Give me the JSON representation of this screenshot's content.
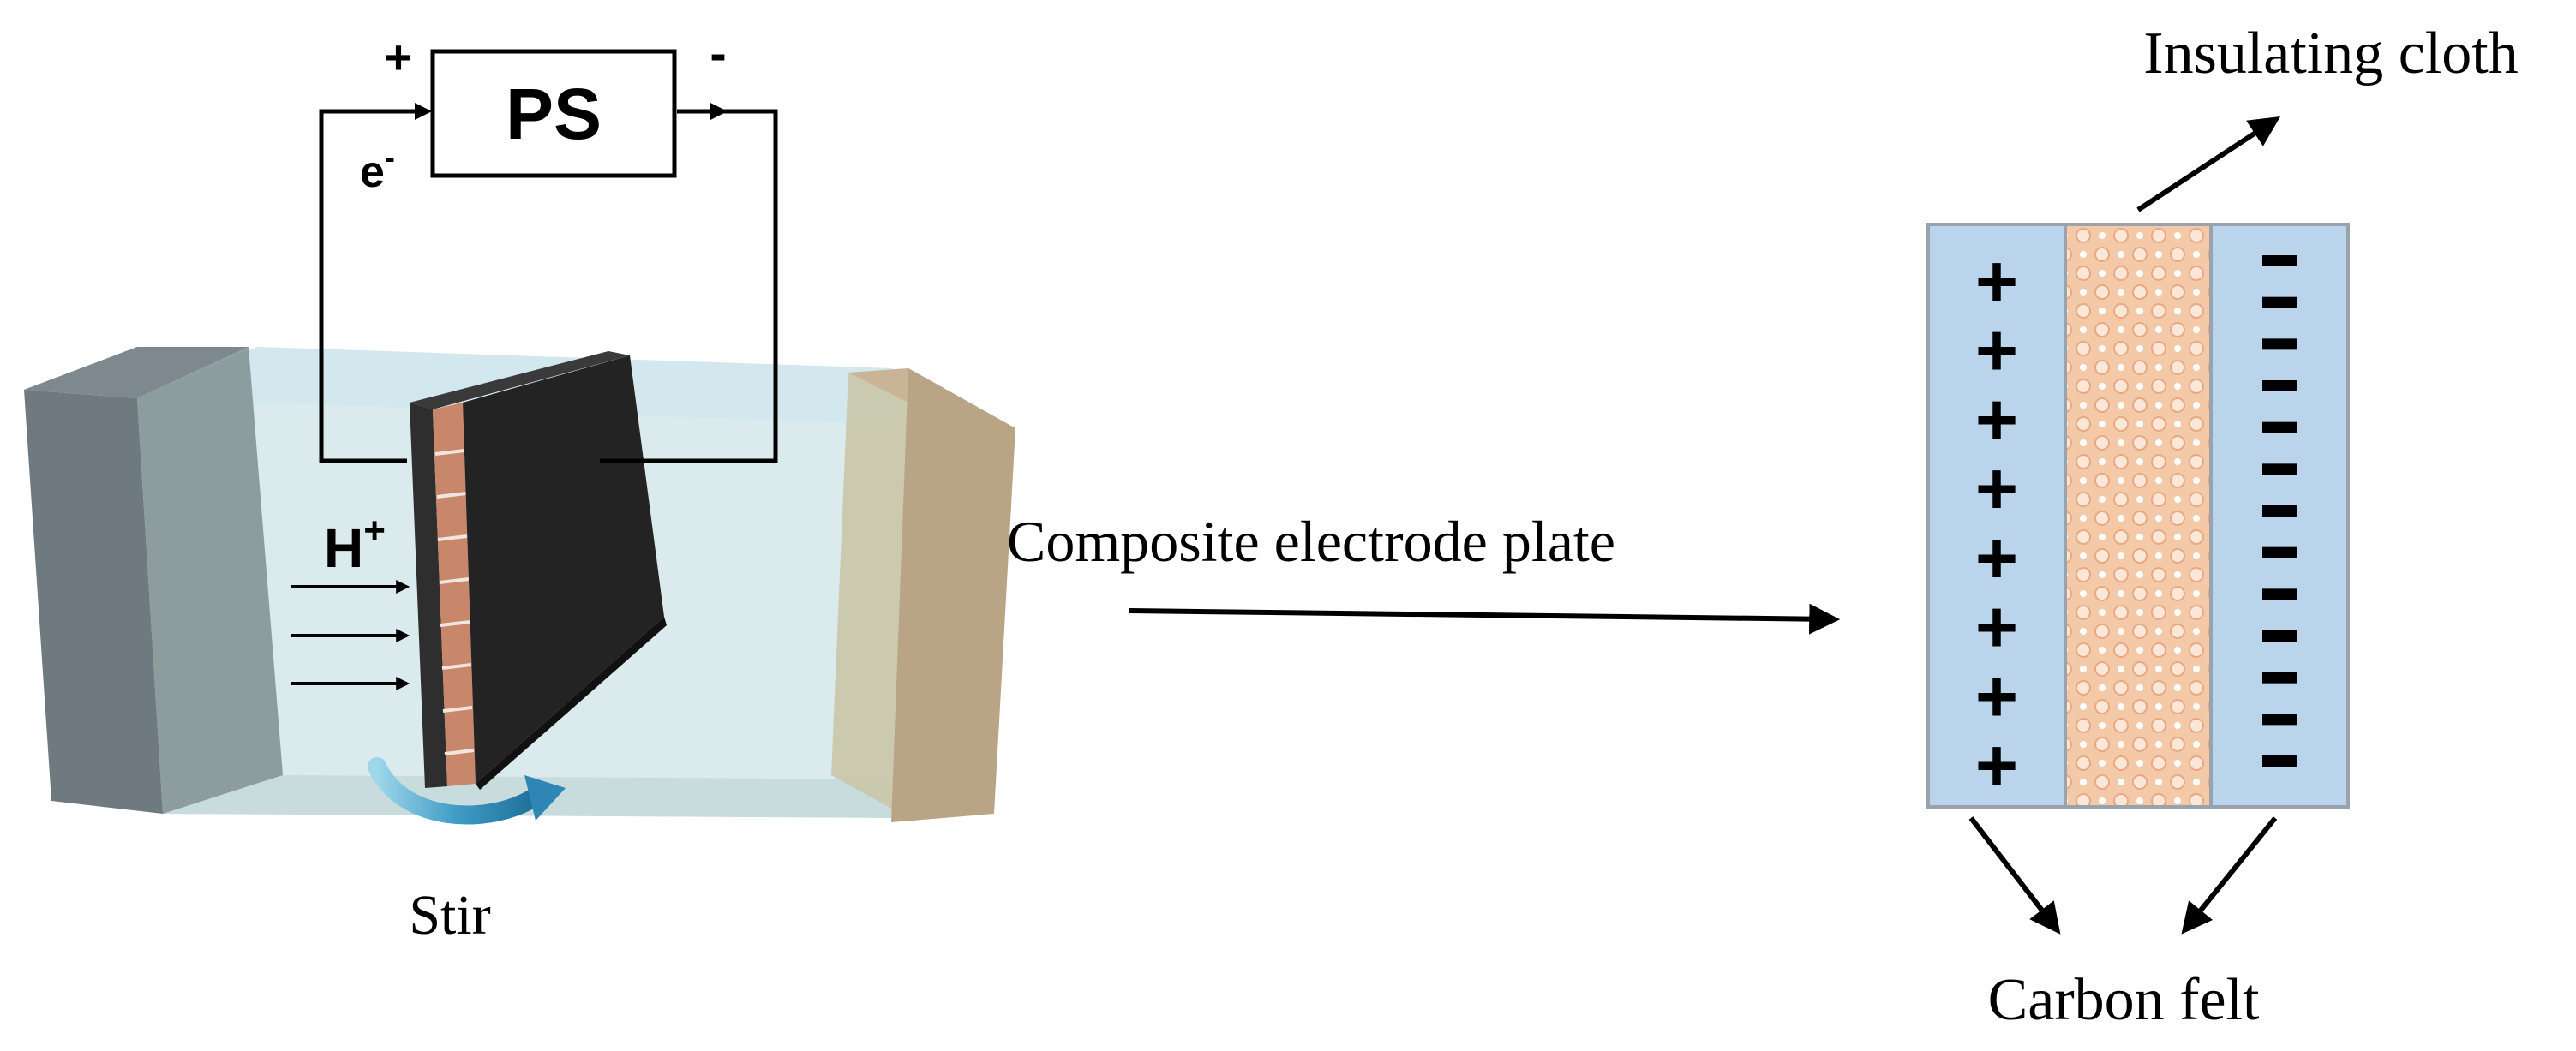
{
  "power_supply": {
    "label": "PS",
    "positive_sign": "+",
    "negative_sign": "-",
    "electron_label": "e",
    "electron_superscript": "-"
  },
  "cell": {
    "proton_label": "H",
    "proton_superscript": "+",
    "stir_label": "Stir"
  },
  "center_label": "Composite electrode plate",
  "detail": {
    "insulating_label": "Insulating cloth",
    "carbon_label": "Carbon felt",
    "positive_signs": [
      "+",
      "+",
      "+",
      "+",
      "+",
      "+",
      "+",
      "+"
    ],
    "negative_signs": [
      "-",
      "-",
      "-",
      "-",
      "-",
      "-",
      "-",
      "-",
      "-",
      "-",
      "-",
      "-",
      "-"
    ]
  },
  "colors": {
    "felt_blue": "#bad4ec",
    "cloth_orange": "#f2c6a3",
    "electrode_black": "#232323",
    "copper_strip": "#c8876a",
    "tank_water": "#d2e4e6",
    "left_plate": "#6d7b80",
    "right_plate": "#b9a486",
    "stir_arrow": "#4aa7cc"
  }
}
